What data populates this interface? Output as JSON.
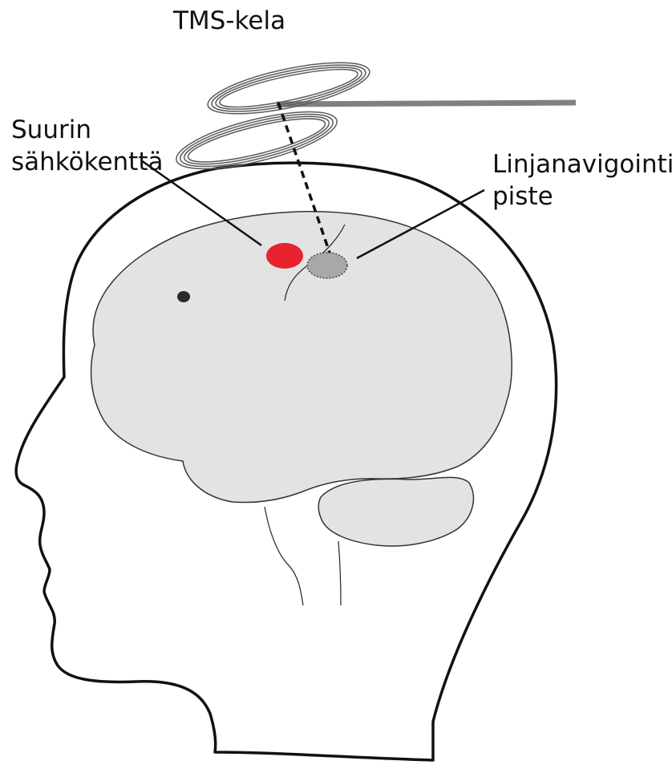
{
  "labels": {
    "coil": "TMS-kela",
    "max_field_line1": "Suurin",
    "max_field_line2": "sähkökenttä",
    "line_nav_line1": "Linjanavigointi",
    "line_nav_line2": "piste"
  },
  "colors": {
    "background": "#ffffff",
    "head_outline": "#111111",
    "brain_fill": "#e3e3e3",
    "brain_outline": "#333333",
    "coil_outline": "#5a5a5a",
    "coil_handle": "#808080",
    "max_field_spot": "#e8232f",
    "nav_spot": "#a8a8a8",
    "marker_dot": "#2a2a2a"
  }
}
